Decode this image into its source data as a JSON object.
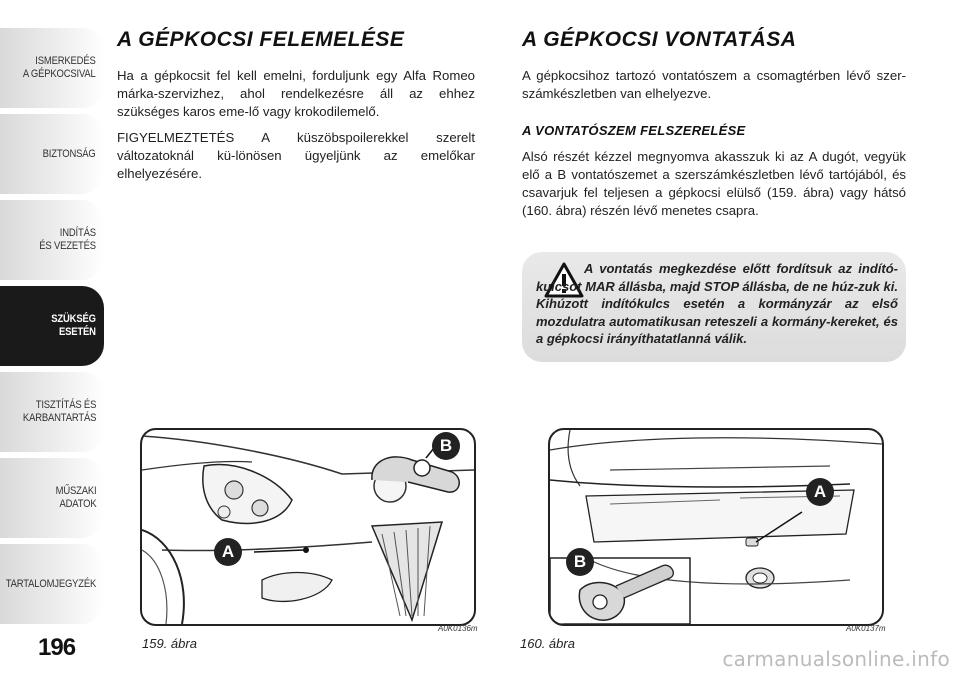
{
  "sidebar": {
    "tabs": [
      {
        "label": "ISMERKEDÉS\nA GÉPKOCSIVAL",
        "active": false
      },
      {
        "label": "BIZTONSÁG",
        "active": false
      },
      {
        "label": "INDÍTÁS\nÉS VEZETÉS",
        "active": false
      },
      {
        "label": "SZÜKSÉG\nESETÉN",
        "active": true
      },
      {
        "label": "TISZTÍTÁS ÉS\nKARBANTARTÁS",
        "active": false
      },
      {
        "label": "MŰSZAKI\nADATOK",
        "active": false
      },
      {
        "label": "TARTALOMJEGYZÉK",
        "active": false
      }
    ]
  },
  "page_number": "196",
  "left": {
    "title": "A GÉPKOCSI FELEMELÉSE",
    "para1": "Ha a gépkocsit fel kell emelni, forduljunk egy Alfa Romeo márka-szervizhez, ahol rendelkezésre áll az ehhez szükséges karos eme-lő vagy krokodilemelő.",
    "para2": "FIGYELMEZTETÉS A küszöbspoilerekkel szerelt változatoknál kü-lönösen ügyeljünk az emelőkar elhelyezésére."
  },
  "right": {
    "title": "A GÉPKOCSI VONTATÁSA",
    "para1": "A gépkocsihoz tartozó vontatószem a csomagtérben lévő szer-számkészletben van elhelyezve.",
    "subtitle": "A VONTATÓSZEM FELSZERELÉSE",
    "para2": "Alsó részét kézzel megnyomva akasszuk ki az A dugót, vegyük elő a B vontatószemet a szerszámkészletben lévő tartójából, és csavarjuk fel teljesen a gépkocsi elülső (159. ábra) vagy hátsó (160. ábra) részén lévő menetes csapra.",
    "warning": "A vontatás megkezdése előtt fordítsuk az indító-kulcsot MAR állásba, majd STOP állásba, de ne húz-zuk ki. Kihúzott indítókulcs esetén a kormányzár az első mozdulatra automatikusan reteszeli a kormány-kereket, és a gépkocsi irányíthatatlanná válik."
  },
  "figures": [
    {
      "caption": "159. ábra",
      "code": "A0K0136m",
      "label_a": "A",
      "label_b": "B"
    },
    {
      "caption": "160. ábra",
      "code": "A0K0137m",
      "label_a": "A",
      "label_b": "B"
    }
  ],
  "watermark": "carmanualsonline.info"
}
